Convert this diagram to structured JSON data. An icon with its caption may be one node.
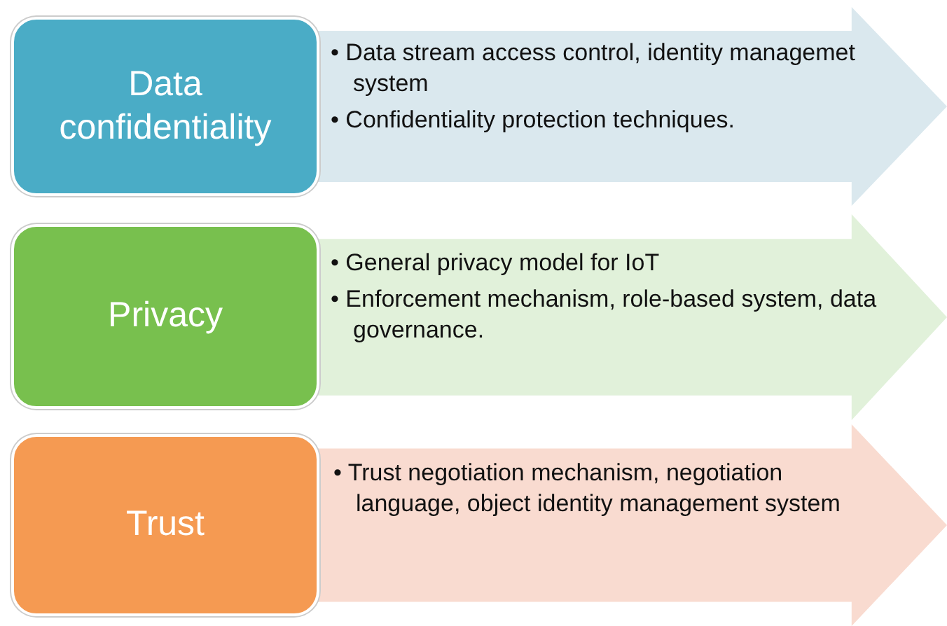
{
  "diagram": {
    "nodes": [
      {
        "text": [
          "Data confidentiality"
        ]
      },
      {
        "text": [
          "• Data stream access control, identity managemet system",
          "• Confidentiality protection techniques."
        ]
      },
      {
        "text": [
          "Privacy"
        ]
      },
      {
        "text": [
          "• General privacy model for IoT",
          "• Enforcement mechanism, role-based system, data governance."
        ]
      },
      {
        "text": [
          "Trust"
        ]
      },
      {
        "text": [
          "• Trust negotiation mechanism, negotiation language, object identity management system"
        ]
      }
    ]
  }
}
